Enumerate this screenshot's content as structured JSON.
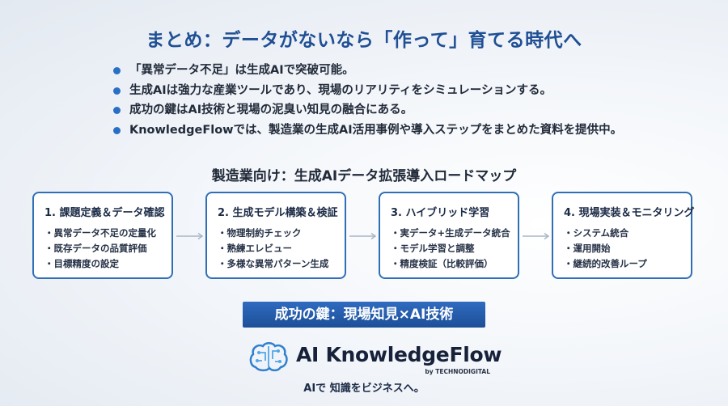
{
  "title": "まとめ：データがないなら「作って」育てる時代へ",
  "bullets": [
    "「異常データ不足」は生成AIで突破可能。",
    "生成AIは強力な産業ツールであり、現場のリアリティをシミュレーションする。",
    "成功の鍵はAI技術と現場の泥臭い知見の融合にある。",
    "KnowledgeFlowでは、製造業の生成AI活用事例や導入ステップをまとめた資料を提供中。"
  ],
  "roadmap": {
    "title": "製造業向け：生成AIデータ拡張導入ロードマップ",
    "steps": [
      {
        "head": "1. 課題定義＆データ確認",
        "items": [
          "・異常データ不足の定量化",
          "・既存データの品質評価",
          "・目標精度の設定"
        ]
      },
      {
        "head": "2. 生成モデル構築＆検証",
        "items": [
          "・物理制約チェック",
          "・熟練エレビュー",
          "・多様な異常パターン生成"
        ]
      },
      {
        "head": "3. ハイブリッド学習",
        "items": [
          "・実データ+生成データ統合",
          "・モデル学習と調整",
          "・精度検証（比較評価）"
        ]
      },
      {
        "head": "4. 現場実装＆モニタリング",
        "items": [
          "・システム統合",
          "・運用開始",
          "・継続的改善ループ"
        ]
      }
    ]
  },
  "key_message": "成功の鍵：現場知見×AI技術",
  "brand": {
    "name": "AI KnowledgeFlow",
    "by": "by TECHNODIGITAL",
    "tagline": "AIで 知識をビジネスへ。"
  },
  "colors": {
    "accent": "#1f4f94",
    "box_border": "#2f6fb6",
    "key_bg": "#245aa8",
    "bullet_dot": "#2a6fc4"
  },
  "icons": {
    "bullet": "bullet-dot-icon",
    "arrow": "arrow-right-icon",
    "logo": "brain-circuit-icon"
  }
}
